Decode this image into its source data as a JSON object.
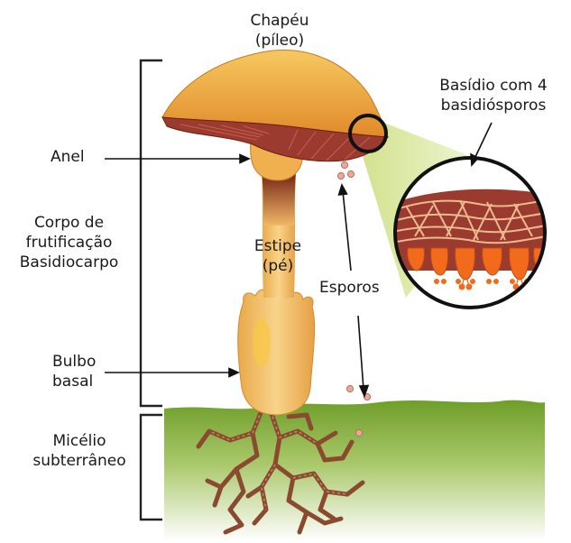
{
  "labels": {
    "chapeu": "Chapéu\n(píleo)",
    "basidio": "Basídio com 4\nbasidiósporos",
    "anel": "Anel",
    "corpo": "Corpo de\nfrutificação\nBasidiocarpo",
    "estipe": "Estipe\n(pé)",
    "esporos": "Esporos",
    "bulbo": "Bulbo\nbasal",
    "micelio": "Micélio\nsubterrâneo"
  },
  "colors": {
    "cap_top": "#f0a93a",
    "cap_gills": "#9b3a2e",
    "stipe": "#f4c26a",
    "stipe_dark": "#7a1f12",
    "ground": "#7fad3a",
    "mycelium": "#8a4a30",
    "spore": "#e8a99a",
    "basidia": "#f26a1b",
    "zoom_cone": "#dfeeb0"
  }
}
